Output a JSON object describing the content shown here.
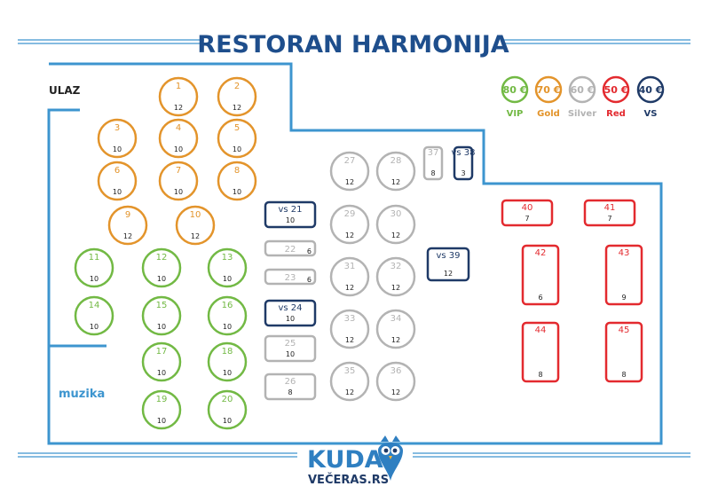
{
  "title": "RESTORAN HARMONIJA",
  "labels": {
    "entrance": "ULAZ",
    "music": "muzika"
  },
  "brand": {
    "name": "KUDA",
    "domain": "VEČERAS.RS"
  },
  "colors": {
    "vip": "#72b944",
    "gold": "#e3942b",
    "silver": "#b3b3b3",
    "red": "#e32a2f",
    "vs": "#1f3a67",
    "wall": "#3d95cf",
    "title": "#1e4e8c"
  },
  "legend": [
    {
      "price": "80 €",
      "name": "VIP",
      "cat": "vip"
    },
    {
      "price": "70 €",
      "name": "Gold",
      "cat": "gold"
    },
    {
      "price": "60 €",
      "name": "Silver",
      "cat": "silver"
    },
    {
      "price": "50 €",
      "name": "Red",
      "cat": "red"
    },
    {
      "price": "40 €",
      "name": "VS",
      "cat": "vs"
    }
  ],
  "tables": [
    {
      "label": "1",
      "seats": "12",
      "cat": "gold",
      "shape": "circle"
    },
    {
      "label": "2",
      "seats": "12",
      "cat": "gold",
      "shape": "circle"
    },
    {
      "label": "3",
      "seats": "10",
      "cat": "gold",
      "shape": "circle"
    },
    {
      "label": "4",
      "seats": "10",
      "cat": "gold",
      "shape": "circle"
    },
    {
      "label": "5",
      "seats": "10",
      "cat": "gold",
      "shape": "circle"
    },
    {
      "label": "6",
      "seats": "10",
      "cat": "gold",
      "shape": "circle"
    },
    {
      "label": "7",
      "seats": "10",
      "cat": "gold",
      "shape": "circle"
    },
    {
      "label": "8",
      "seats": "10",
      "cat": "gold",
      "shape": "circle"
    },
    {
      "label": "9",
      "seats": "12",
      "cat": "gold",
      "shape": "circle"
    },
    {
      "label": "10",
      "seats": "12",
      "cat": "gold",
      "shape": "circle"
    },
    {
      "label": "11",
      "seats": "10",
      "cat": "vip",
      "shape": "circle"
    },
    {
      "label": "12",
      "seats": "10",
      "cat": "vip",
      "shape": "circle"
    },
    {
      "label": "13",
      "seats": "10",
      "cat": "vip",
      "shape": "circle"
    },
    {
      "label": "14",
      "seats": "10",
      "cat": "vip",
      "shape": "circle"
    },
    {
      "label": "15",
      "seats": "10",
      "cat": "vip",
      "shape": "circle"
    },
    {
      "label": "16",
      "seats": "10",
      "cat": "vip",
      "shape": "circle"
    },
    {
      "label": "17",
      "seats": "10",
      "cat": "vip",
      "shape": "circle"
    },
    {
      "label": "18",
      "seats": "10",
      "cat": "vip",
      "shape": "circle"
    },
    {
      "label": "19",
      "seats": "10",
      "cat": "vip",
      "shape": "circle"
    },
    {
      "label": "20",
      "seats": "10",
      "cat": "vip",
      "shape": "circle"
    },
    {
      "label": "vs 21",
      "seats": "10",
      "cat": "vs",
      "shape": "rect-h"
    },
    {
      "label": "22",
      "seats": "6",
      "cat": "silver",
      "shape": "rect-s"
    },
    {
      "label": "23",
      "seats": "6",
      "cat": "silver",
      "shape": "rect-s"
    },
    {
      "label": "vs 24",
      "seats": "10",
      "cat": "vs",
      "shape": "rect-h"
    },
    {
      "label": "25",
      "seats": "10",
      "cat": "silver",
      "shape": "rect-h"
    },
    {
      "label": "26",
      "seats": "8",
      "cat": "silver",
      "shape": "rect-h"
    },
    {
      "label": "27",
      "seats": "12",
      "cat": "silver",
      "shape": "circle"
    },
    {
      "label": "28",
      "seats": "12",
      "cat": "silver",
      "shape": "circle"
    },
    {
      "label": "29",
      "seats": "12",
      "cat": "silver",
      "shape": "circle"
    },
    {
      "label": "30",
      "seats": "12",
      "cat": "silver",
      "shape": "circle"
    },
    {
      "label": "31",
      "seats": "12",
      "cat": "silver",
      "shape": "circle"
    },
    {
      "label": "32",
      "seats": "12",
      "cat": "silver",
      "shape": "circle"
    },
    {
      "label": "33",
      "seats": "12",
      "cat": "silver",
      "shape": "circle"
    },
    {
      "label": "34",
      "seats": "12",
      "cat": "silver",
      "shape": "circle"
    },
    {
      "label": "35",
      "seats": "12",
      "cat": "silver",
      "shape": "circle"
    },
    {
      "label": "36",
      "seats": "12",
      "cat": "silver",
      "shape": "circle"
    },
    {
      "label": "37",
      "seats": "8",
      "cat": "silver",
      "shape": "rect-v"
    },
    {
      "label": "vs 38",
      "seats": "3",
      "cat": "vs",
      "shape": "rect-v"
    },
    {
      "label": "vs 39",
      "seats": "12",
      "cat": "vs",
      "shape": "rect-b"
    },
    {
      "label": "40",
      "seats": "7",
      "cat": "red",
      "shape": "rect-h"
    },
    {
      "label": "41",
      "seats": "7",
      "cat": "red",
      "shape": "rect-h"
    },
    {
      "label": "42",
      "seats": "6",
      "cat": "red",
      "shape": "rect-t"
    },
    {
      "label": "43",
      "seats": "9",
      "cat": "red",
      "shape": "rect-t"
    },
    {
      "label": "44",
      "seats": "8",
      "cat": "red",
      "shape": "rect-t"
    },
    {
      "label": "45",
      "seats": "8",
      "cat": "red",
      "shape": "rect-t"
    }
  ]
}
